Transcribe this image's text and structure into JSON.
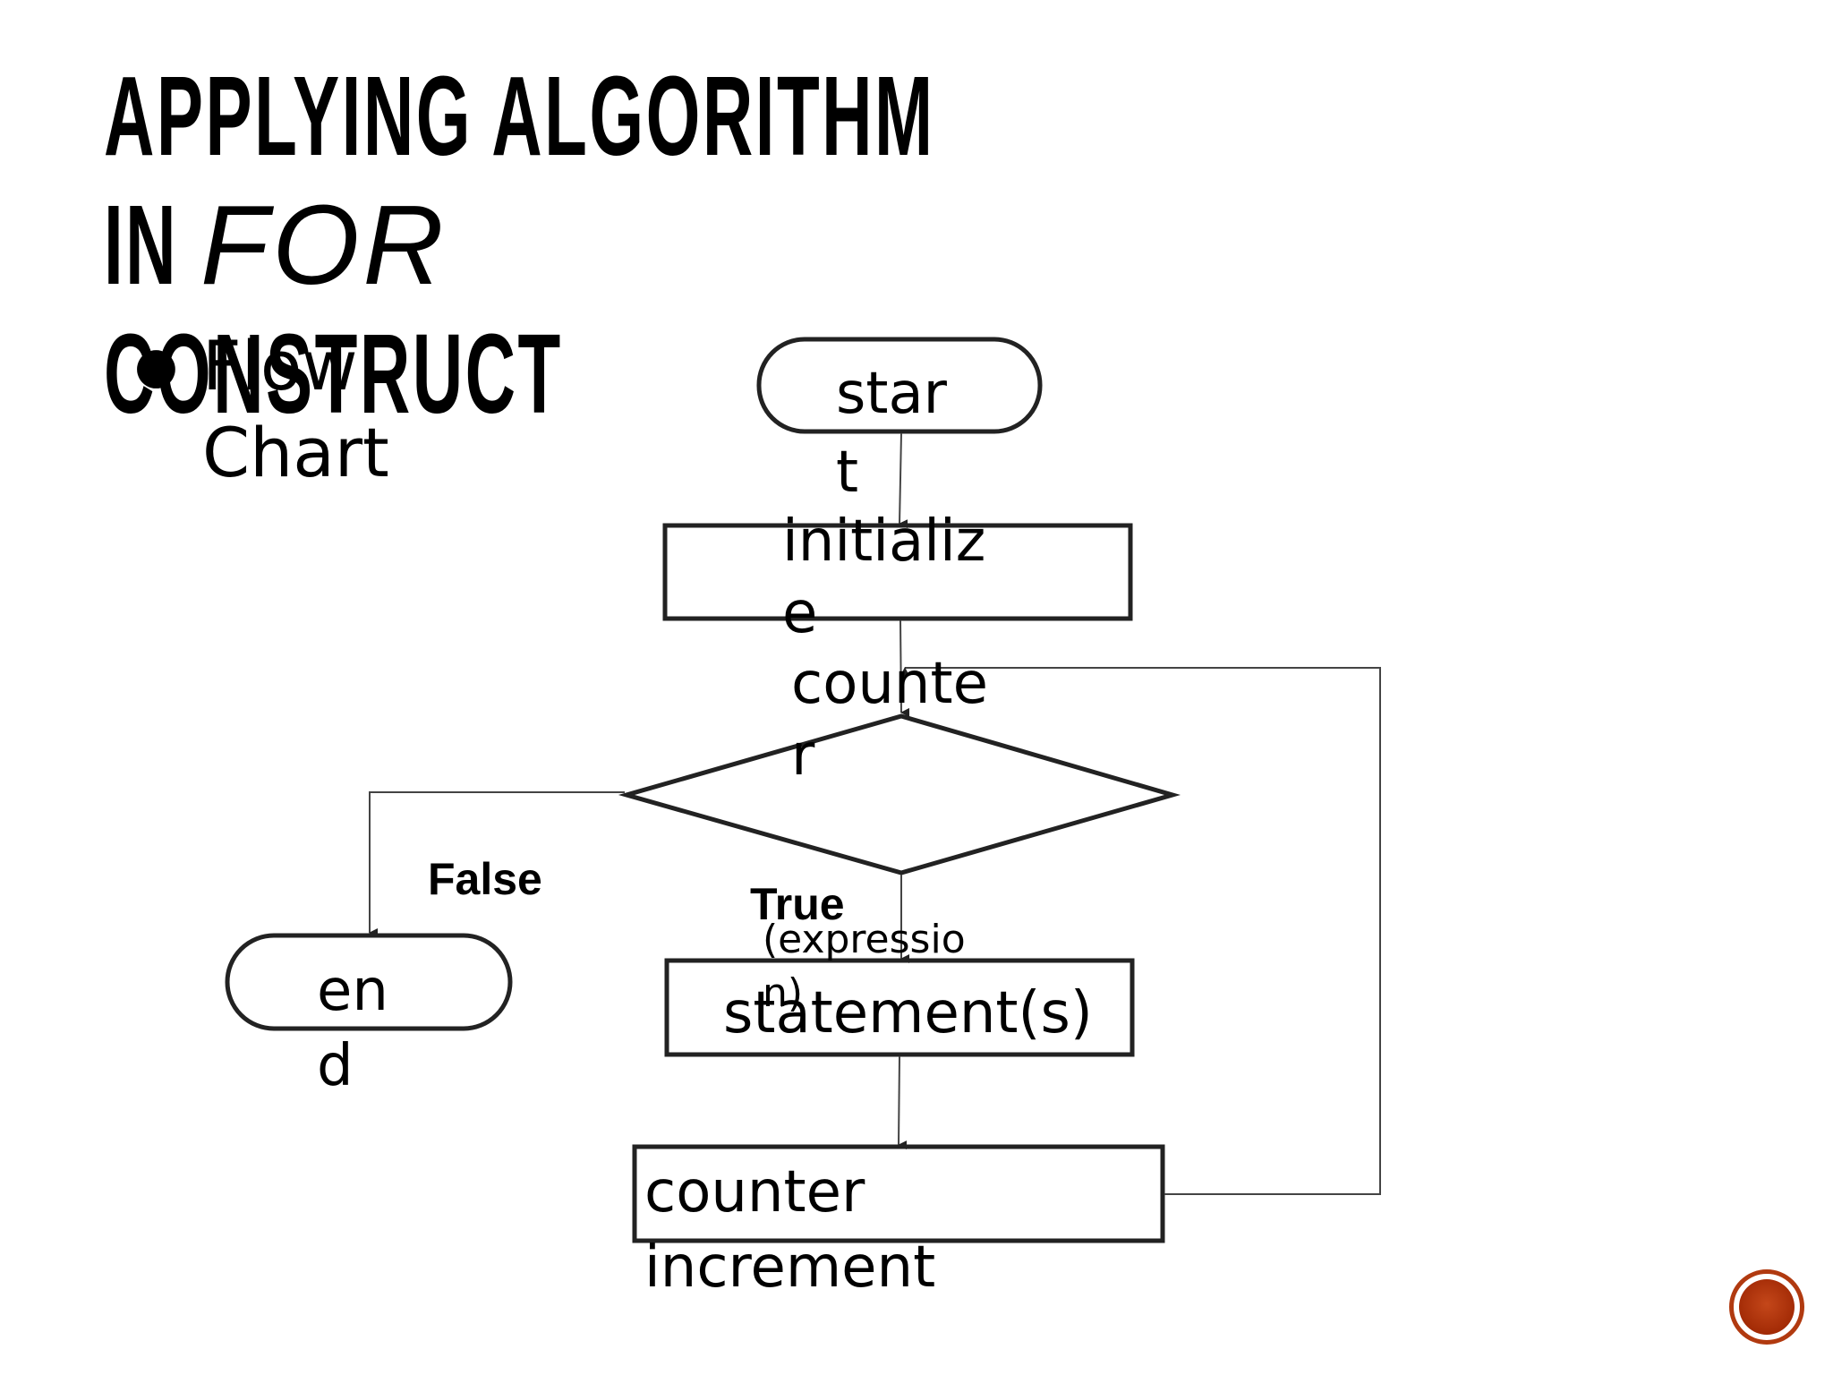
{
  "slide": {
    "title_part1": "Applying algorithm in",
    "title_for": "FOR",
    "title_part2": "construct",
    "bullet": "Flow\nChart"
  },
  "flowchart": {
    "start": "start",
    "initialize": "initialize",
    "counter": "counter",
    "condition": "(expression)",
    "end": "end",
    "false_label": "False",
    "true_label": "True",
    "statement": "statement(s)",
    "increment": "counter increment"
  },
  "colors": {
    "badge": "#b13a10"
  }
}
